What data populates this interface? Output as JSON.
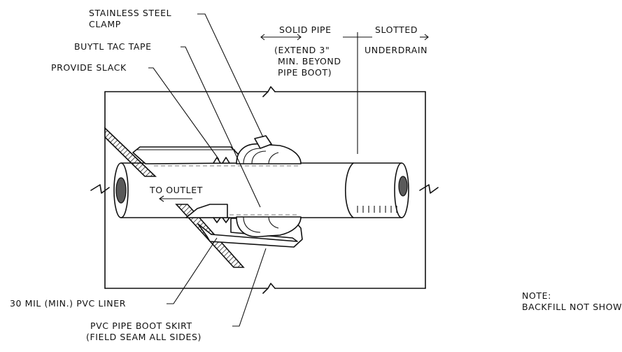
{
  "labels": {
    "clamp_line1": "STAINLESS STEEL",
    "clamp_line2": "CLAMP",
    "tape": "BUYTL TAC TAPE",
    "slack": "PROVIDE SLACK",
    "solid_pipe": "SOLID PIPE",
    "slotted": "SLOTTED",
    "extend_line1": "(EXTEND 3\"",
    "extend_line2": "MIN. BEYOND",
    "extend_line3": "PIPE BOOT)",
    "underdrain": "UNDERDRAIN",
    "to_outlet": "TO OUTLET",
    "liner": "30 MIL (MIN.) PVC LINER",
    "skirt_line1": "PVC PIPE BOOT SKIRT",
    "skirt_line2": "(FIELD SEAM ALL SIDES)",
    "note_line1": "NOTE:",
    "note_line2": "BACKFILL NOT SHOWN"
  },
  "icons": {
    "clamp": "clamp-icon",
    "break": "break-line-icon",
    "arrow": "arrow-left-icon"
  }
}
